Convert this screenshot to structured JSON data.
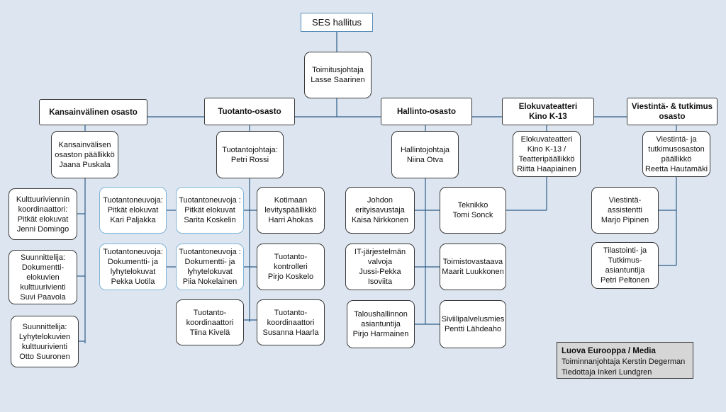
{
  "root": "SES hallitus",
  "ceo": "Toimitusjohtaja\nLasse Saarinen",
  "departments": {
    "international": "Kansainvälinen osasto",
    "production": "Tuotanto-osasto",
    "administration": "Hallinto-osasto",
    "cinema": "Elokuvateatteri\nKino K-13",
    "communications": "Viestintä- & tutkimus\nosasto"
  },
  "heads": {
    "international": "Kansainvälisen\nosaston päällikkö\nJaana Puskala",
    "production": "Tuotantojohtaja:\nPetri Rossi",
    "administration": "Hallintojohtaja\nNiina Otva",
    "cinema": "Elokuvateatteri\nKino K-13 /\nTeatteripäällikkö\nRiitta Haapiainen",
    "communications": "Viestintä- ja\ntutkimusosaston\npäällikkö\nReetta Hautamäki"
  },
  "international_staff": [
    "Kulttuuriviennin\nkoordinaattori:\nPitkät elokuvat\nJenni Domingo",
    "Suunnittelija:\nDokumentti-\nelokuvien\nkulttuurivienti\nSuvi Paavola",
    "Suunnittelija:\nLyhytelokuvien\nkulttuurivienti\nOtto Suuronen"
  ],
  "production_staff": {
    "advisor_feature_1": "Tuotantoneuvoja:\nPitkät elokuvat\nKari Paljakka",
    "advisor_feature_2": "Tuotantoneuvoja :\nPitkät elokuvat\nSarita Koskelin",
    "advisor_doc_1": "Tuotantoneuvoja:\nDokumentti- ja\nlyhytelokuvat\nPekka Uotila",
    "advisor_doc_2": "Tuotantoneuvoja :\nDokumentti- ja\nlyhytelokuvat\nPiia Nokelainen",
    "coordinator_1": "Tuotanto-\nkoordinaattori\nTiina Kivelä",
    "distribution_manager": "Kotimaan\nlevityspäällikkö\nHarri Ahokas",
    "controller": "Tuotanto-\nkontrolleri\nPirjo Koskelo",
    "coordinator_2": "Tuotanto-\nkoordinaattori\nSusanna Haarla"
  },
  "administration_staff": {
    "management_assistant": "Johdon\nerityisavustaja\nKaisa Nirkkonen",
    "technician": "Teknikko\nTomi Sonck",
    "it_admin": "IT-järjestelmän\nvalvoja\nJussi-Pekka\nIsoviita",
    "office_manager": "Toimistovastaava\nMaarit Luukkonen",
    "finance_expert": "Taloushallinnon\nasiantuntija\nPirjo Harmainen",
    "civil_service": "Siviilipalvelusmies\nPentti Lähdeaho"
  },
  "communications_staff": [
    "Viestintä-\nassistentti\nMarjo Pipinen",
    "Tilastointi- ja\nTutkimus-\nasiantuntija\nPetri Peltonen"
  ],
  "info_box": {
    "title": "Luova Eurooppa / Media",
    "lines": [
      "Toiminnanjohtaja Kerstin Degerman",
      "Tiedottaja Inkeri Lundgren"
    ]
  },
  "colors": {
    "background": "#dde6f0",
    "connector": "#2f5d8a",
    "box_border": "#3a3a3a",
    "light_border": "#7fb3d5",
    "info_fill": "#d6d6d6"
  }
}
